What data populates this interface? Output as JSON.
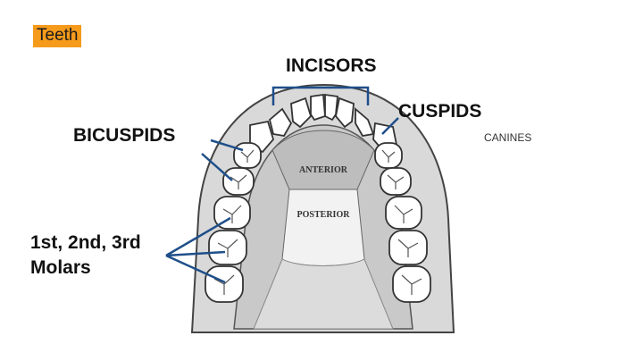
{
  "title": "Teeth",
  "labels": {
    "incisors": "INCISORS",
    "cuspids": "CUSPIDS",
    "canines": "CANINES",
    "bicuspids": "BICUSPIDS",
    "molars_line1": "1st, 2nd, 3rd",
    "molars_line2": "Molars",
    "anterior": "ANTERIOR",
    "posterior": "POSTERIOR"
  },
  "colors": {
    "tag_bg": "#f59a1b",
    "gum": "#d9d9d9",
    "gum_inner": "#bdbdbd",
    "tooth": "#ffffff",
    "outline": "#333333"
  }
}
